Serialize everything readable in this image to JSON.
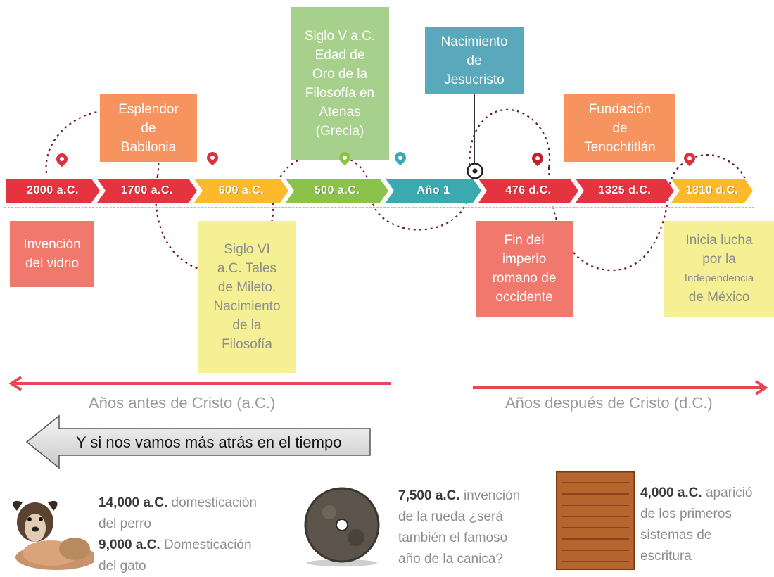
{
  "colors": {
    "red": "#e53340",
    "salmon": "#f0786c",
    "orange": "#f6935e",
    "yellow_box": "#f4f093",
    "yellow_seg": "#fbb92b",
    "green": "#a8d08d",
    "green_seg": "#8bc34a",
    "teal": "#5aa8bb",
    "teal_seg": "#3aa9b0",
    "arrow": "#e94552"
  },
  "timeline": {
    "segments": [
      {
        "label": "2000 a.C."
      },
      {
        "label": "1700 a.C."
      },
      {
        "label": "600 a.C."
      },
      {
        "label": "500 a.C."
      },
      {
        "label": "Año 1"
      },
      {
        "label": "476 d.C."
      },
      {
        "label": "1325 d.C."
      },
      {
        "label": "1810 d.C."
      }
    ]
  },
  "events": {
    "invencion_vidrio": "Invención\ndel vidrio",
    "babilonia": "Esplendor\nde\nBabilonia",
    "tales": "Siglo VI\na.C. Tales\nde Mileto.\nNacimiento\nde la\nFilosofía",
    "siglo_v": "Siglo V a.C.\nEdad de\nOro de la\nFilosofía en\nAtenas\n(Grecia)",
    "jesucristo": "Nacimiento\nde\nJesucristo",
    "fin_imperio": "Fin del\nimperio\nromano de\noccidente",
    "tenochtitlan": "Fundación\nde\nTenochtitlán",
    "independencia_line1": "Inicia lucha\npor la",
    "independencia_line2": "Independencia",
    "independencia_line3": "de México"
  },
  "eras": {
    "before": "Años antes de Cristo (a.C.)",
    "after": "Años después de Cristo (d.C.)"
  },
  "back_button": {
    "label": "Y si nos vamos más atrás en el tiempo"
  },
  "facts": {
    "f1_year": "14,000 a.C.",
    "f1_line1": " domesticación",
    "f1_line2": "del perro",
    "f1_year2": "9,000 a.C.",
    "f1_line3": " Domesticación",
    "f1_line4": "del gato",
    "f2_year": "7,500 a.C.",
    "f2_line1": " invención",
    "f2_line2": "de la rueda ¿será",
    "f2_line3": "también el famoso",
    "f2_line4": "año de la canica?",
    "f3_year": "4,000 a.C.",
    "f3_line1": " aparició",
    "f3_line2": "de los primeros",
    "f3_line3": "sistemas de",
    "f3_line4": "escritura"
  },
  "icons": {
    "pin": "map-pin-icon",
    "target": "target-marker-icon",
    "dog_cat": "dog-and-cat-image",
    "wheel": "stone-wheel-image",
    "tablet": "clay-tablet-image"
  }
}
